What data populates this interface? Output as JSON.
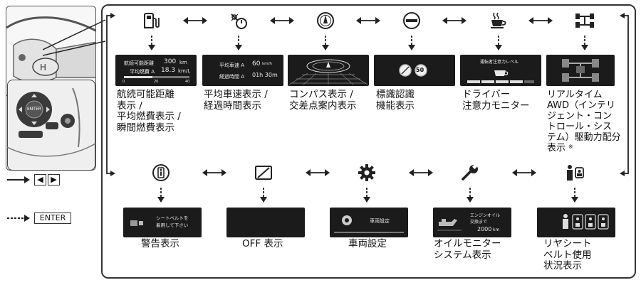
{
  "items_top": [
    {
      "label": "航続可能距離\n表示 /\n平均燃費表示 /\n瞬間燃費表示",
      "icon": "fuel-pump-icon",
      "screen": {
        "l1": "航続可能距離",
        "v1": "300",
        "u1": "km",
        "l2": "平均燃費 A",
        "v2": "18.3",
        "u2": "km/L",
        "ticks": [
          "0",
          "20",
          "40"
        ]
      }
    },
    {
      "label": "平均車速表示 /\n経過時間表示",
      "icon": "speed-timer-icon",
      "screen": {
        "l1": "平均車速 A",
        "v1": "60",
        "u1": "km/h",
        "l2": "経過時間 A",
        "v2": "01h 30m"
      }
    },
    {
      "label": "コンパス表示 /\n交差点案内表示",
      "icon": "compass-icon"
    },
    {
      "label": "標識認識\n機能表示",
      "icon": "traffic-sign-icon",
      "screen": {
        "sign2": "50"
      }
    },
    {
      "label": "ドライバー\n注意力モニター",
      "icon": "coffee-cup-icon",
      "screen": {
        "title": "運転者注意力レベル"
      }
    },
    {
      "label": "リアルタイム\nAWD（インテリ\nジェント・コン\nトロール・シス\nテム）駆動力配分\n表示",
      "note_mark": "※",
      "icon": "awd-chassis-icon"
    }
  ],
  "items_bottom": [
    {
      "label": "警告表示",
      "icon": "info-warning-icon",
      "screen": {
        "text": "シートベルトを\n着用して下さい"
      }
    },
    {
      "label": "OFF 表示",
      "icon": "display-off-icon"
    },
    {
      "label": "車両設定",
      "icon": "gear-icon",
      "screen": {
        "text": "車両設定"
      }
    },
    {
      "label": "オイルモニター\nシステム表示",
      "icon": "wrench-icon",
      "screen": {
        "l1": "エンジンオイル",
        "l2": "交換まで",
        "v": "2000",
        "u": "km"
      }
    },
    {
      "label": "リヤシート\nベルト使用\n状況表示",
      "icon": "rear-seat-belt-icon"
    }
  ],
  "controls": {
    "enter_label": "ENTER"
  },
  "legend": {
    "arrows_keys": [
      "◀",
      "▶"
    ],
    "enter_key": "ENTER"
  }
}
